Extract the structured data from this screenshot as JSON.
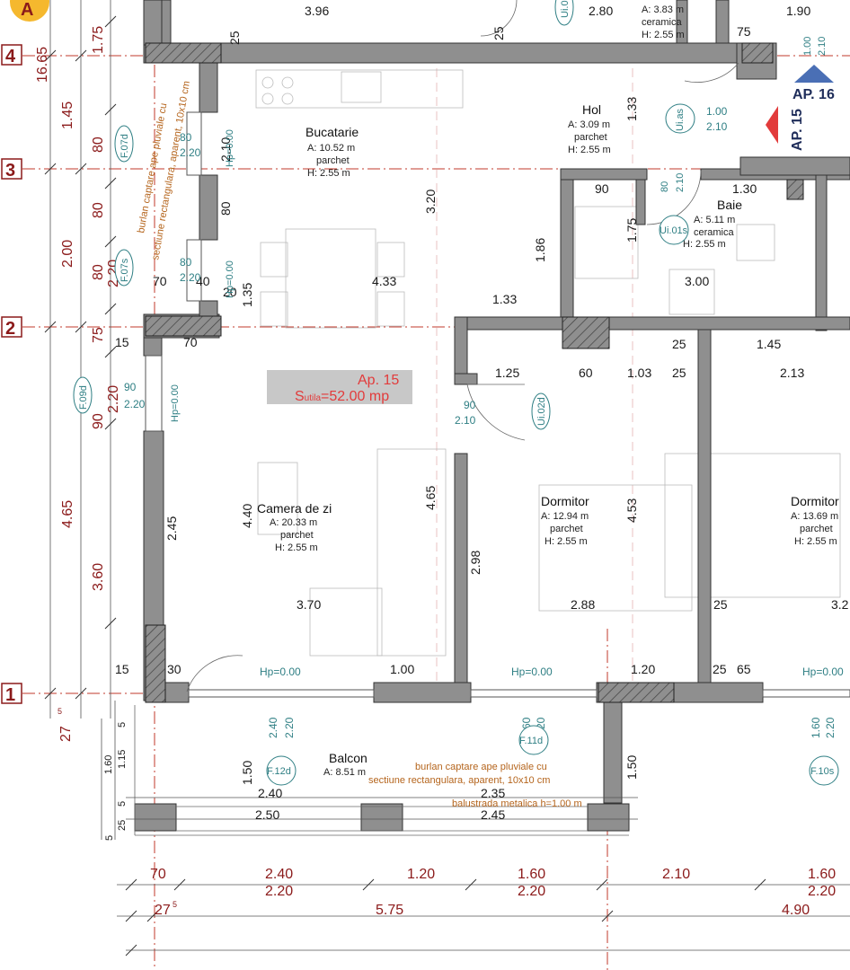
{
  "axis_labels": {
    "a4": "4",
    "a3": "3",
    "a2": "2",
    "a1": "1",
    "aA": "A"
  },
  "apartment": {
    "title": "Ap. 15",
    "area_prefix": "S",
    "area_sub": "utila",
    "area_value": "=52.00 mp",
    "neighbor_16": "AP. 16",
    "neighbor_15": "AP. 15"
  },
  "rooms": {
    "bucatarie": {
      "name": "Bucatarie",
      "area": "A: 10.52 m",
      "floor": "parchet",
      "height": "H: 2.55 m"
    },
    "hol": {
      "name": "Hol",
      "area": "A: 3.09 m",
      "floor": "parchet",
      "height": "H: 2.55 m"
    },
    "baie": {
      "name": "Baie",
      "area": "A: 5.11 m",
      "floor": "ceramica",
      "height": "H: 2.55 m"
    },
    "top": {
      "area": "A: 3.83 m",
      "floor": "ceramica",
      "height": "H: 2.55 m"
    },
    "camera": {
      "name": "Camera de zi",
      "area": "A: 20.33 m",
      "floor": "parchet",
      "height": "H: 2.55 m"
    },
    "dormitor1": {
      "name": "Dormitor",
      "area": "A: 12.94 m",
      "floor": "parchet",
      "height": "H: 2.55 m"
    },
    "dormitor2": {
      "name": "Dormitor",
      "area": "A: 13.69 m",
      "floor": "parchet",
      "height": "H: 2.55 m"
    },
    "balcon": {
      "name": "Balcon",
      "area": "A: 8.51 m"
    }
  },
  "notes": {
    "burlan_a": "burlan captare ape pluviale cu",
    "burlan_b": "sectiune rectangulara, aparent, 10x10 cm",
    "balustrada": "balustrada metalica h=1.00 m"
  },
  "tags": {
    "f07d": "F.07d",
    "f07s": "F.07s",
    "f09d": "F.09d",
    "f11d": "F.11d",
    "f12d": "F.12d",
    "f10s": "F.10s",
    "ui02d": "Ui.02d",
    "ui01s": "Ui.01s",
    "uias": "Ui.as",
    "uitop": "Ui.0"
  },
  "hp": {
    "h1": "Hp=0.00",
    "h2": "Hp=0.00",
    "h3": "Hp=0.00",
    "h4": "Hp=0.00",
    "h5": "Hp=0.00",
    "h6": "Hp=0.00"
  },
  "left_dims": {
    "d1665": "16.65",
    "d145": "1.45",
    "d200": "2.00",
    "d465": "4.65",
    "d175": "1.75",
    "d80a": "80",
    "d80b": "80",
    "d80c": "80",
    "d220": "2.20",
    "d75": "75",
    "d90": "90",
    "d220b": "2.20",
    "d360": "3.60",
    "d275": "27",
    "d160": "1.60",
    "d115": "1.15",
    "d5a": "5",
    "d25a": "25",
    "d5b": "5",
    "d5c": "5"
  },
  "bottom_dims": {
    "b70": "70",
    "b240": "2.40",
    "b120": "1.20",
    "b160": "1.60",
    "b210": "2.10",
    "b160b": "1.60",
    "b220a": "2.20",
    "b220b": "2.20",
    "b220c": "2.20",
    "b275": "27",
    "b575": "5.75",
    "b490": "4.90"
  },
  "inner_dims": {
    "t396": "3.96",
    "t280": "2.80",
    "t190": "1.90",
    "t175": "1.75",
    "t25a": "25",
    "t25b": "25",
    "t75": "75",
    "t100": "1.00",
    "t210": "2.10",
    "t210b": "2.10",
    "t320": "3.20",
    "t133": "1.33",
    "t433": "4.33",
    "t135": "1.35",
    "t70": "70",
    "t40": "40",
    "t20": "20",
    "t186": "1.86",
    "t175b": "1.75",
    "t90": "90",
    "t80": "80",
    "t210c": "2.10",
    "t130": "1.30",
    "t300": "3.00",
    "t133b": "1.33",
    "t125": "1.25",
    "t60": "60",
    "t103": "1.03",
    "t25c": "25",
    "t213": "2.13",
    "t145": "1.45",
    "t440": "4.40",
    "t245": "2.45",
    "t465": "4.65",
    "t298": "2.98",
    "t453": "4.53",
    "t370": "3.70",
    "t288": "2.88",
    "t25d": "25",
    "t32": "3.2",
    "t100b": "1.00",
    "t120": "1.20",
    "t65": "65",
    "t15": "15",
    "t25e": "25",
    "t30": "30",
    "t240": "2.40",
    "t240b": "2.40",
    "t250": "2.50",
    "t235": "2.35",
    "t245b": "2.45",
    "t150": "1.50",
    "t150b": "1.50",
    "t160": "1.60",
    "t220": "2.20",
    "t90b": "90",
    "t210d": "2.10",
    "t25f": "25",
    "t65b": "65",
    "t15b": "15",
    "t70b": "70",
    "t80a": "80",
    "t220c": "2.20",
    "t80b": "80",
    "t220d": "2.20",
    "t90c": "90",
    "t220e": "2.20",
    "t210e": "2.10",
    "t80c": "80"
  },
  "colors": {
    "wall": "#8f8f8f",
    "hatch": "#6e6e6e",
    "axis": "#c0392b",
    "teal": "#2f7f84",
    "orange": "#b5651d",
    "label_bg": "#c8c8c8"
  }
}
